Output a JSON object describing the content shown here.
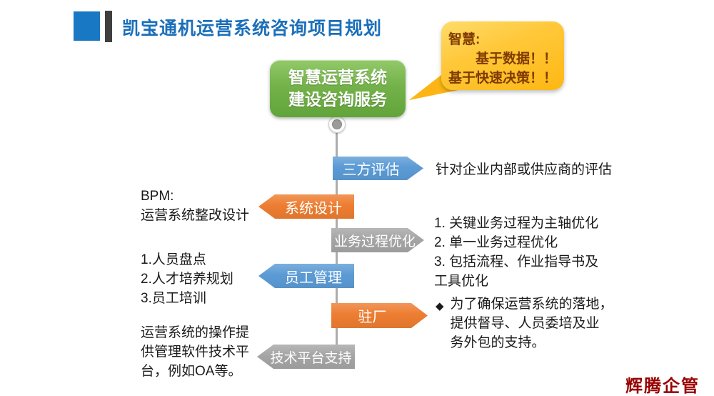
{
  "slide": {
    "title": "凯宝通机运营系统咨询项目规划",
    "brand": "辉腾企管"
  },
  "root": {
    "label": "智慧运营系统\n建设咨询服务",
    "color": "#70ad47"
  },
  "callout": {
    "text": "智慧:\n　　基于数据！！\n基于快速决策！！",
    "color": "#ffc000",
    "text_color": "#7f3b00"
  },
  "steps": [
    {
      "label": "三方评估",
      "direction": "right",
      "color": "#5b9bd5",
      "note": "针对企业内部或供应商的评估"
    },
    {
      "label": "系统设计",
      "direction": "left",
      "color": "#ed7d31",
      "note": "BPM:\n运营系统整改设计"
    },
    {
      "label": "业务过程优化",
      "direction": "right",
      "color": "#a5a5a5",
      "note": "1. 关键业务过程为主轴优化\n2. 单一业务过程优化\n3. 包括流程、作业指导书及\n工具优化"
    },
    {
      "label": "员工管理",
      "direction": "left",
      "color": "#5b9bd5",
      "note": "1.人员盘点\n2.人才培养规划\n3.员工培训"
    },
    {
      "label": "驻厂",
      "direction": "right",
      "color": "#ed7d31",
      "bullet": "◆",
      "note": "为了确保运营系统的落地，\n提供督导、人员委培及业\n务外包的支持。"
    },
    {
      "label": "技术平台支持",
      "direction": "left",
      "color": "#a5a5a5",
      "note": "运营系统的操作提\n供管理软件技术平\n台，例如OA等。"
    }
  ]
}
